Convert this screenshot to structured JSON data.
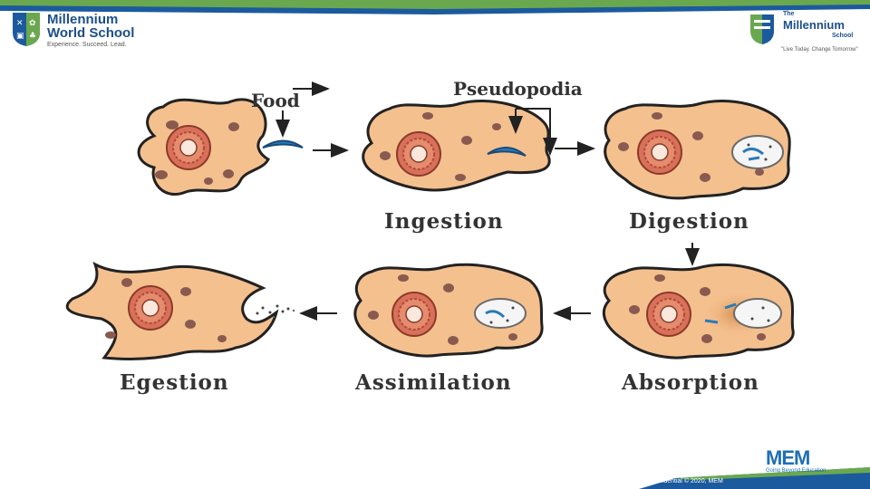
{
  "header": {
    "left_logo": {
      "line1": "Millennium",
      "line2": "World School",
      "tagline": "Experience. Succeed. Lead."
    },
    "right_logo": {
      "the": "The",
      "name": "Millennium",
      "school": "School",
      "tagline": "\"Live Today. Change Tomorrow\""
    }
  },
  "diagram": {
    "annotations": {
      "food": "Food",
      "pseudopodia": "Pseudopodia"
    },
    "stages": [
      "Ingestion",
      "Digestion",
      "Absorption",
      "Assimilation",
      "Egestion"
    ]
  },
  "footer": {
    "confidential": "Confidential © 2020, MEM",
    "mem_logo": "MEM",
    "mem_tagline": "Going Beyond Education"
  },
  "colors": {
    "cell_fill": "#f4c08e",
    "cell_outline": "#222222",
    "nucleus": "#d9705a",
    "food": "#2a7ab8",
    "brand_blue": "#1c4f8a",
    "brand_green": "#6aa84f"
  }
}
